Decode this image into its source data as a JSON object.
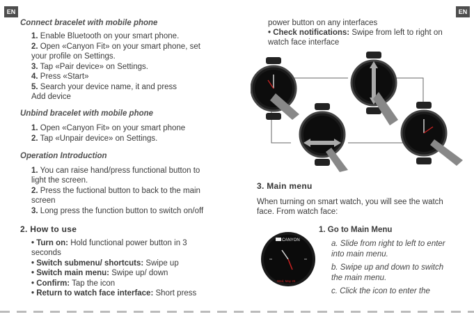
{
  "badges": {
    "left": "EN",
    "right": "EN"
  },
  "left": {
    "connect_title": "Connect bracelet with mobile phone",
    "connect_steps": [
      {
        "n": "1.",
        "t": "Enable Bluetooth on your smart phone."
      },
      {
        "n": "2.",
        "t": "Open «Canyon Fit» on your smart phone, set"
      },
      {
        "t2": "your profile on Settings."
      },
      {
        "n": "3.",
        "t": "Tap «Pair device» on Settings."
      },
      {
        "n": "4.",
        "t": "Press «Start»"
      },
      {
        "n": "5.",
        "t": "Search your device name, it and press"
      },
      {
        "t2": "Add device"
      }
    ],
    "unbind_title": "Unbind bracelet with mobile phone",
    "unbind_steps": [
      {
        "n": "1.",
        "t": "Open «Canyon Fit» on your smart phone"
      },
      {
        "n": "2.",
        "t": "Tap «Unpair device» on Settings."
      }
    ],
    "op_title": "Operation Introduction",
    "op_steps": [
      {
        "n": "1.",
        "t": "You can raise hand/press functional button to"
      },
      {
        "t2": "light the screen."
      },
      {
        "n": "2.",
        "t": "Press the fuctional button to back to the main"
      },
      {
        "t2": "screen"
      },
      {
        "n": "3.",
        "t": "Long press the function button to switch on/off"
      }
    ],
    "how_title": "2. How to use",
    "how_items": [
      {
        "b": "• Turn on:",
        "t": " Hold functional power button in 3"
      },
      {
        "t2": "seconds"
      },
      {
        "b": "• Switch submenu/ shortcuts:",
        "t": " Swipe up"
      },
      {
        "b": "• Switch main menu:",
        "t": " Swipe up/ down"
      },
      {
        "b": "• Confirm:",
        "t": " Tap the icon"
      },
      {
        "b": "• Return to watch face interface:",
        "t": " Short press"
      }
    ]
  },
  "right": {
    "cont1": "power button on any interfaces",
    "notif_b": "• Check notifications:",
    "notif_t": " Swipe from left to right on",
    "notif_t2": "watch face interface",
    "menu_title": "3. Main menu",
    "menu_p1": "When turning on smart watch, you will see the watch",
    "menu_p2": "face. From watch face:",
    "goto_title": "1. Go to Main Menu",
    "goto_a1": "a. Slide from right to left to enter",
    "goto_a2": "into main menu.",
    "goto_b1": "b. Swipe up and down to switch",
    "goto_b2": "the main menu.",
    "goto_c1": "c. Click the icon to enter the",
    "brand": "CANYON",
    "watch_label": "Wed, May 25"
  }
}
